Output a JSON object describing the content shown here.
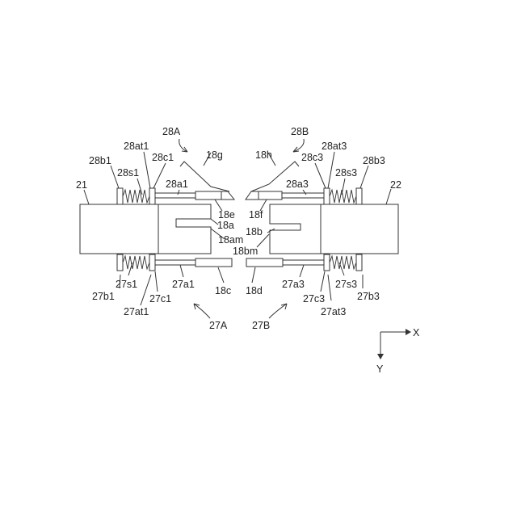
{
  "labels": {
    "b21": "21",
    "b22": "22",
    "g28A": "28A",
    "g28B": "28B",
    "g27A": "27A",
    "g27B": "27B",
    "l18g": "18g",
    "l18h": "18h",
    "l28at1": "28at1",
    "l28at3": "28at3",
    "l28b1": "28b1",
    "l28b3": "28b3",
    "l28c1": "28c1",
    "l28c3": "28c3",
    "l28s1": "28s1",
    "l28s3": "28s3",
    "l28a1": "28a1",
    "l28a3": "28a3",
    "l18e": "18e",
    "l18f": "18f",
    "l18a": "18a",
    "l18b": "18b",
    "l18am": "18am",
    "l18bm": "18bm",
    "l27s1": "27s1",
    "l27s3": "27s3",
    "l27b1": "27b1",
    "l27b3": "27b3",
    "l27a1": "27a1",
    "l27a3": "27a3",
    "l27c1": "27c1",
    "l27c3": "27c3",
    "l27at1": "27at1",
    "l27at3": "27at3",
    "l18c": "18c",
    "l18d": "18d"
  },
  "axes": {
    "x": "X",
    "y": "Y"
  }
}
